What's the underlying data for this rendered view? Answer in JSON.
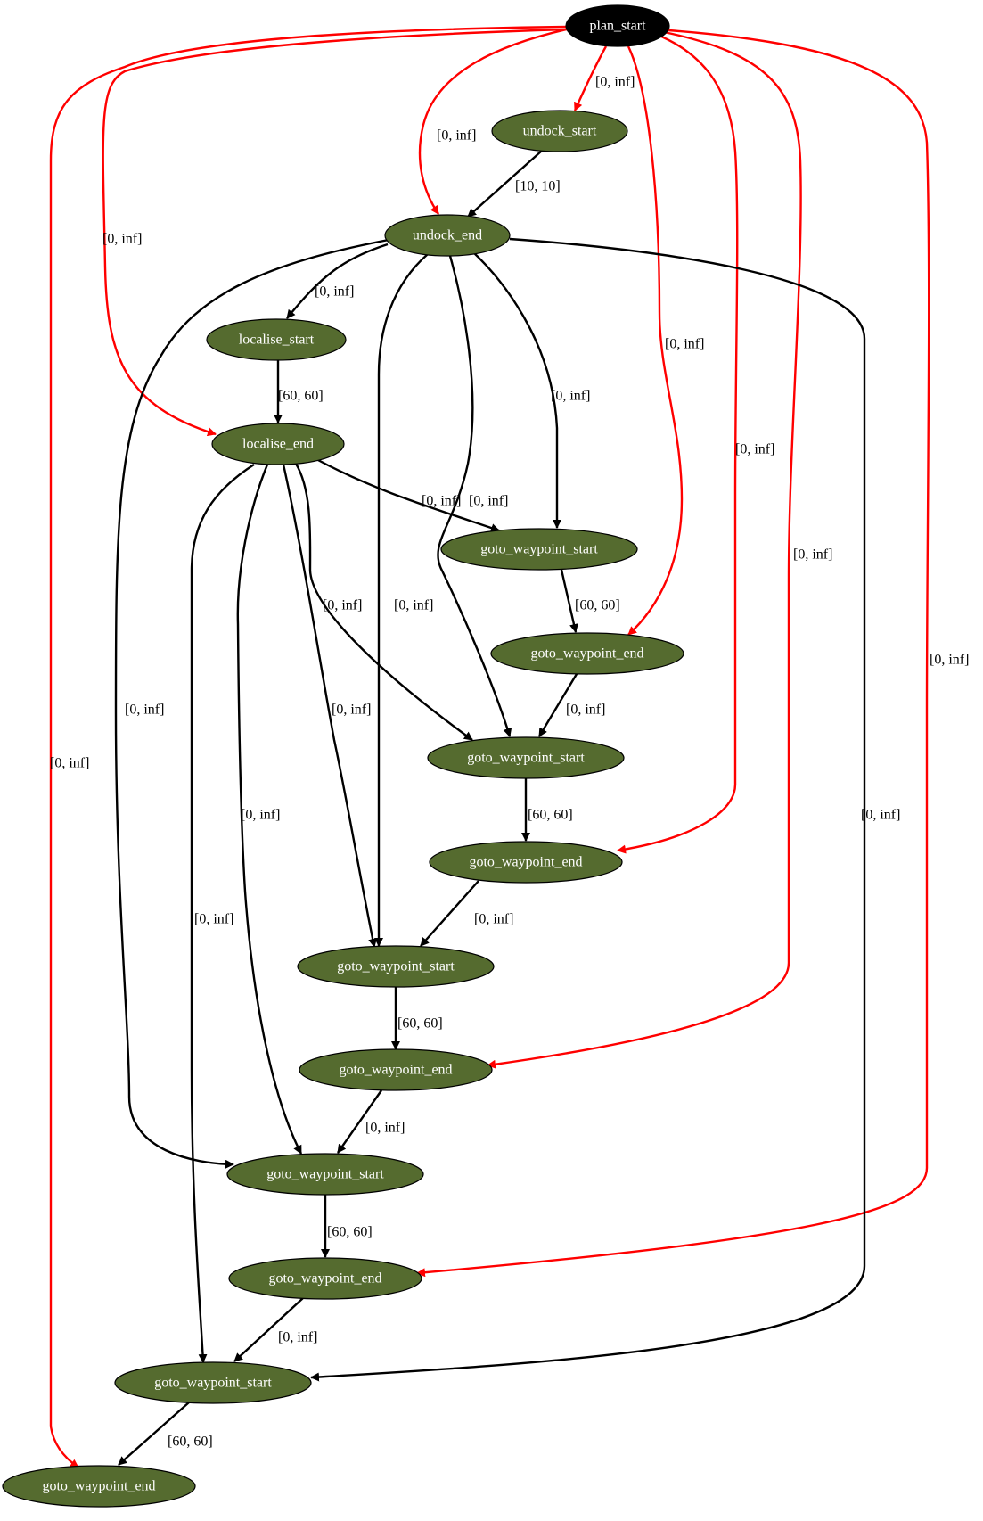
{
  "colors": {
    "start_node": "#000000",
    "action_node": "#556b2f",
    "node_text": "#ffffff",
    "edge_black": "#000000",
    "edge_red": "#ff0000"
  },
  "nodes": [
    {
      "id": "plan_start",
      "label": "plan_start",
      "kind": "start"
    },
    {
      "id": "undock_start",
      "label": "undock_start",
      "kind": "action"
    },
    {
      "id": "undock_end",
      "label": "undock_end",
      "kind": "action"
    },
    {
      "id": "localise_start",
      "label": "localise_start",
      "kind": "action"
    },
    {
      "id": "localise_end",
      "label": "localise_end",
      "kind": "action"
    },
    {
      "id": "gws1",
      "label": "goto_waypoint_start",
      "kind": "action"
    },
    {
      "id": "gwe1",
      "label": "goto_waypoint_end",
      "kind": "action"
    },
    {
      "id": "gws2",
      "label": "goto_waypoint_start",
      "kind": "action"
    },
    {
      "id": "gwe2",
      "label": "goto_waypoint_end",
      "kind": "action"
    },
    {
      "id": "gws3",
      "label": "goto_waypoint_start",
      "kind": "action"
    },
    {
      "id": "gwe3",
      "label": "goto_waypoint_end",
      "kind": "action"
    },
    {
      "id": "gws4",
      "label": "goto_waypoint_start",
      "kind": "action"
    },
    {
      "id": "gwe4",
      "label": "goto_waypoint_end",
      "kind": "action"
    },
    {
      "id": "gws5",
      "label": "goto_waypoint_start",
      "kind": "action"
    },
    {
      "id": "gwe5",
      "label": "goto_waypoint_end",
      "kind": "action"
    }
  ],
  "edges": [
    {
      "id": "e1",
      "from": "plan_start",
      "to": "undock_start",
      "label": "[0, inf]",
      "color": "red"
    },
    {
      "id": "e2",
      "from": "plan_start",
      "to": "undock_end",
      "label": "[0, inf]",
      "color": "red"
    },
    {
      "id": "e3",
      "from": "plan_start",
      "to": "localise_end",
      "label": "[0, inf]",
      "color": "red"
    },
    {
      "id": "e4",
      "from": "plan_start",
      "to": "gwe1",
      "label": "[0, inf]",
      "color": "red"
    },
    {
      "id": "e5",
      "from": "plan_start",
      "to": "gwe2",
      "label": "[0, inf]",
      "color": "red"
    },
    {
      "id": "e6",
      "from": "plan_start",
      "to": "gwe3",
      "label": "[0, inf]",
      "color": "red"
    },
    {
      "id": "e7",
      "from": "plan_start",
      "to": "gwe4",
      "label": "[0, inf]",
      "color": "red"
    },
    {
      "id": "e8",
      "from": "plan_start",
      "to": "gwe5",
      "label": "[0, inf]",
      "color": "red"
    },
    {
      "id": "e9",
      "from": "undock_start",
      "to": "undock_end",
      "label": "[10, 10]",
      "color": "black"
    },
    {
      "id": "e10",
      "from": "undock_end",
      "to": "localise_start",
      "label": "[0, inf]",
      "color": "black"
    },
    {
      "id": "e11",
      "from": "undock_end",
      "to": "gws1",
      "label": "[0, inf]",
      "color": "black"
    },
    {
      "id": "e12",
      "from": "undock_end",
      "to": "gws2",
      "label": "[0, inf]",
      "color": "black"
    },
    {
      "id": "e13",
      "from": "undock_end",
      "to": "gws3",
      "label": "[0, inf]",
      "color": "black"
    },
    {
      "id": "e14",
      "from": "undock_end",
      "to": "gws4",
      "label": "[0, inf]",
      "color": "black"
    },
    {
      "id": "e15",
      "from": "undock_end",
      "to": "gws5",
      "label": "[0, inf]",
      "color": "black"
    },
    {
      "id": "e16",
      "from": "localise_start",
      "to": "localise_end",
      "label": "[60, 60]",
      "color": "black"
    },
    {
      "id": "e17",
      "from": "localise_end",
      "to": "gws1",
      "label": "[0, inf]",
      "color": "black"
    },
    {
      "id": "e18",
      "from": "localise_end",
      "to": "gws2",
      "label": "[0, inf]",
      "color": "black"
    },
    {
      "id": "e19",
      "from": "localise_end",
      "to": "gws3",
      "label": "[0, inf]",
      "color": "black"
    },
    {
      "id": "e20",
      "from": "localise_end",
      "to": "gws4",
      "label": "[0, inf]",
      "color": "black"
    },
    {
      "id": "e21",
      "from": "localise_end",
      "to": "gws5",
      "label": "[0, inf]",
      "color": "black"
    },
    {
      "id": "e22",
      "from": "gws1",
      "to": "gwe1",
      "label": "[60, 60]",
      "color": "black"
    },
    {
      "id": "e23",
      "from": "gwe1",
      "to": "gws2",
      "label": "[0, inf]",
      "color": "black"
    },
    {
      "id": "e24",
      "from": "gws2",
      "to": "gwe2",
      "label": "[60, 60]",
      "color": "black"
    },
    {
      "id": "e25",
      "from": "gwe2",
      "to": "gws3",
      "label": "[0, inf]",
      "color": "black"
    },
    {
      "id": "e26",
      "from": "gws3",
      "to": "gwe3",
      "label": "[60, 60]",
      "color": "black"
    },
    {
      "id": "e27",
      "from": "gwe3",
      "to": "gws4",
      "label": "[0, inf]",
      "color": "black"
    },
    {
      "id": "e28",
      "from": "gws4",
      "to": "gwe4",
      "label": "[60, 60]",
      "color": "black"
    },
    {
      "id": "e29",
      "from": "gwe4",
      "to": "gws5",
      "label": "[0, inf]",
      "color": "black"
    },
    {
      "id": "e30",
      "from": "gws5",
      "to": "gwe5",
      "label": "[60, 60]",
      "color": "black"
    }
  ]
}
